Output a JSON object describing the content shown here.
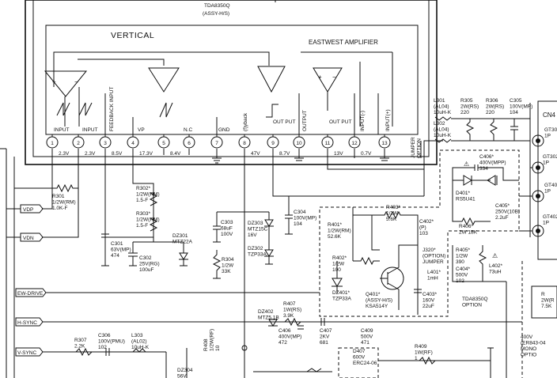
{
  "ic": {
    "part": "TDA8350Q",
    "assy": "(ASSY-H/S)",
    "vertical_label": "VERTICAL",
    "eastwest_label": "EASTWEST AMPLIFIER",
    "pins": [
      {
        "num": "1",
        "label": "INPUT",
        "voltage": "2.3V"
      },
      {
        "num": "2",
        "label": "INPUT",
        "voltage": "2.3V"
      },
      {
        "num": "3",
        "label": "FEEDBACK INPUT",
        "voltage": "8.5V"
      },
      {
        "num": "4",
        "label": "VP",
        "voltage": "17.3V"
      },
      {
        "num": "5",
        "label": "N.C",
        "voltage": "8.4V"
      },
      {
        "num": "6",
        "label": "",
        "voltage": ""
      },
      {
        "num": "7",
        "label": "GND",
        "voltage": ""
      },
      {
        "num": "8",
        "label": "(f)yback",
        "voltage": "47V"
      },
      {
        "num": "9",
        "label": "OUT PUT",
        "voltage": "8.7V"
      },
      {
        "num": "10",
        "label": "OUTPUT",
        "voltage": ""
      },
      {
        "num": "11",
        "label": "OUT PUT",
        "voltage": "13V"
      },
      {
        "num": "12",
        "label": "INPUT(-)",
        "voltage": "0.7V"
      },
      {
        "num": "13",
        "label": "INPUT(+)",
        "voltage": ""
      }
    ]
  },
  "signals": [
    "VDP",
    "VDN",
    "EW-DRIVE",
    "H-SYNC",
    "V-SYNC"
  ],
  "components": {
    "r301": "R301\n1/2W(RM)\n1.0K-F",
    "r302": "R302*\n1/2W(RM)\n1.5-F",
    "r303": "R303*\n1/2W(RM)\n1.5-F",
    "c301": "C301\n63V(MP)\n474",
    "c302": "C302\n25V(RG)\n100uF",
    "dz301": "DZ301\nMTZ22A",
    "c303": "C303\n68uF\n100V",
    "dz303": "DZ303\nMTZ15C\n16V",
    "dz302": "DZ302\nTZP33A",
    "r304": "R304\n1/2W\n33K",
    "c304": "C304\n100V(MP)\n104",
    "l301": "L301\n(AL04)\n10uH-K",
    "l302": "L302\n(AL04)\n10uH-K",
    "r305": "R305\n2W(RS)\n220",
    "r306": "R306\n2W(RS)\n220",
    "c305": "C305\n100V(MP)\n104",
    "jumper_option": "JUMPER\nOPTION",
    "c406": "C406*\n400V(MPP)\n334",
    "d401": "D401*\nRS5U41",
    "r406": "R406*\n2W 18K",
    "c405": "C405*\n250V(10B)\n2.2uF",
    "r405": "R405*\n1/2W\n390",
    "c404": "C404*\n500V\n102",
    "l402": "L402*\n73uH",
    "j320": "J320*\n(OPTION)\nJUMPER",
    "l401": "L401*\n1mH",
    "c403": "C403*\n160V\n22uF",
    "r401": "R401*\n1/2W(RM)\n52.6K",
    "r403": "R403*\n1/2W\n5.6K",
    "c402": "C402*\n(P)\n103",
    "r402": "R402*\n1/2W\n100",
    "dz401": "DZ401*\nTZP33A",
    "q401": "Q401*\n(ASSY-H/S)\nKSA514Y",
    "option_label": "TDA8350Q\nOPTION",
    "r407": "R407\n1W(RS)\n3.9K",
    "dz402": "DZ402\nMTZ5.1B",
    "c406b": "C406\n400V(MP)\n472",
    "c407": "C407\n2KV\n681",
    "r408": "R408\n1/2W(RF)\n10",
    "c409": "C409\n500V\n471",
    "d407": "D407\n600V\nERC24-06",
    "r409": "R409\n1W(RF)\n1",
    "r307": "R307\n2.2K",
    "c306": "C306\n100V(PMU)\n102",
    "l303": "L303\n(AL02)\n10uH-K",
    "dz304": "DZ304\n56V",
    "r_right": "R\n2W(R\n7.5K",
    "right_note": "400V\n(ER843-04\nMONO\nOPTIO",
    "conn_cn4": "CN4",
    "conn_gt30": "GT30\n1P",
    "conn_gt302": "GT302\n1P",
    "conn_gt40": "GT40\n1P",
    "conn_gt402": "GT402\n1P"
  }
}
